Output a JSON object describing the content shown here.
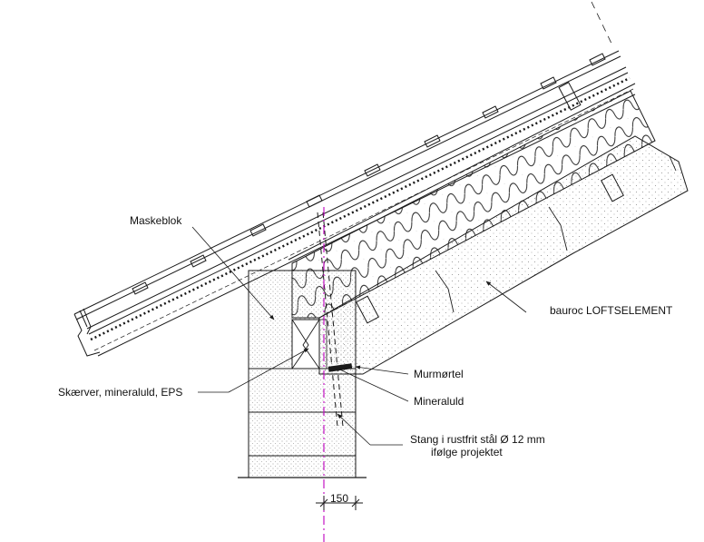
{
  "labels": {
    "maskeblok": "Maskeblok",
    "loftselement": "bauroc LOFTSELEMENT",
    "skaerver": "Skærver, mineraluld, EPS",
    "murmortel": "Murmørtel",
    "mineraluld": "Mineraluld",
    "stang_line1": "Stang i rustfrit stål Ø 12 mm",
    "stang_line2": "ifølge projektet"
  },
  "dimension": {
    "value": "150"
  },
  "colors": {
    "line": "#1a1a1a",
    "centerline": "#c000c0",
    "stipple": "#8a8a8a"
  }
}
